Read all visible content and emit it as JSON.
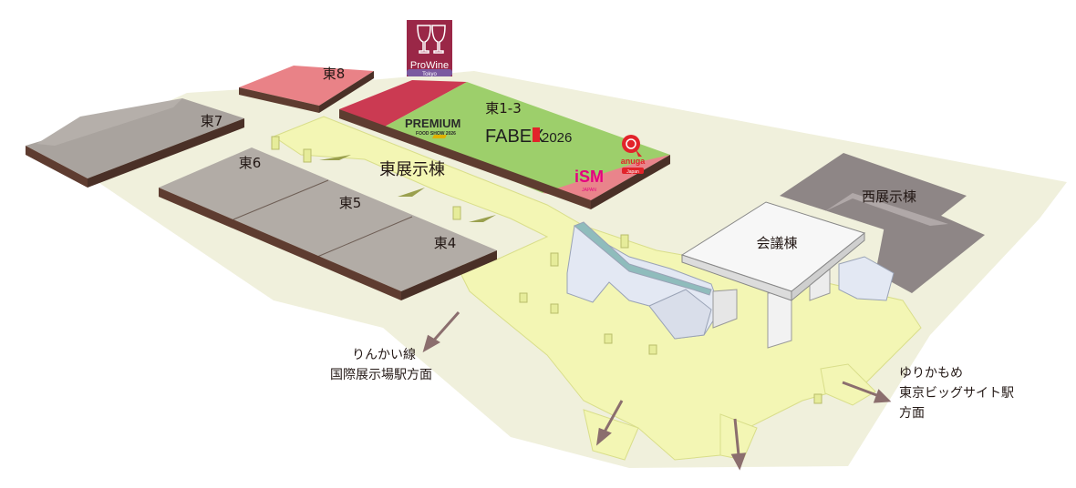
{
  "map": {
    "halls": {
      "east8": "東8",
      "east7": "東7",
      "east6": "東6",
      "east5": "東5",
      "east4": "東4",
      "east1_3": "東1-3",
      "west": "西展示棟",
      "conference": "会議棟"
    },
    "areas": {
      "east_hall": "東展示棟"
    },
    "directions": {
      "rinkai_line": "りんかい線",
      "rinkai_station": "国際展示場駅方面",
      "yurikamome_line": "ゆりかもめ",
      "yurikamome_station": "東京ビッグサイト駅",
      "yurikamome_dir": "方面"
    },
    "logos": {
      "prowine": "ProWine",
      "prowine_city": "Tokyo",
      "premium": "PREMIUM",
      "premium_sub": "FOOD SHOW 2026",
      "fabex": "FABEX",
      "fabex_year": "2026",
      "ism": "iSM",
      "ism_sub": "JAPAN",
      "anuga": "anuga",
      "anuga_sub": "Japan"
    },
    "colors": {
      "ground": "#f0f0dc",
      "walkway": "#f3f6b4",
      "hall_gray": "#b2aca6",
      "hall_top_dark": "#5e3c30",
      "east8_red": "#e98287",
      "east_crimson": "#cb3a52",
      "east_green": "#9dcf6b",
      "ism_pink": "#e9848b",
      "west_gray": "#8e8686",
      "conference_white": "#f2f2f2",
      "building_blue": "#e3e8f3",
      "arrow": "#8b6e6e"
    }
  }
}
